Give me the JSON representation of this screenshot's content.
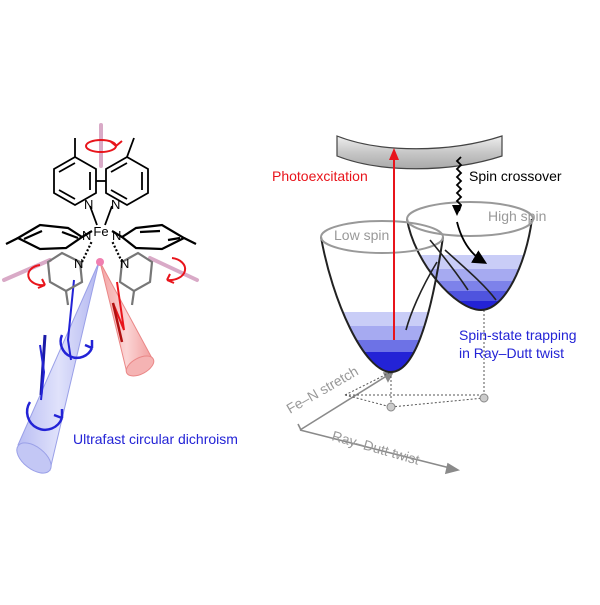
{
  "colors": {
    "red": "#e8141b",
    "blue": "#2323d6",
    "grey": "#999999",
    "pale_blue": "#c8ccf6",
    "pale_red": "#f6b6b6",
    "pink_axis": "#d9aac7"
  },
  "molecule": {
    "metal": "Fe",
    "nitrogen": "N",
    "icons": [
      "rotation-arrow-icon",
      "rotation-arrow-icon",
      "rotation-arrow-icon"
    ]
  },
  "labels": {
    "ultrafast_cd": "Ultrafast circular dichroism",
    "photoexcitation": "Photoexcitation",
    "spin_crossover": "Spin crossover",
    "low_spin": "Low spin",
    "high_spin": "High spin",
    "trapping_line1": "Spin-state trapping",
    "trapping_line2": "in Ray–Dutt twist",
    "fe_n_stretch": "Fe–N stretch",
    "ray_dutt_twist": "Ray–Dutt twist"
  }
}
